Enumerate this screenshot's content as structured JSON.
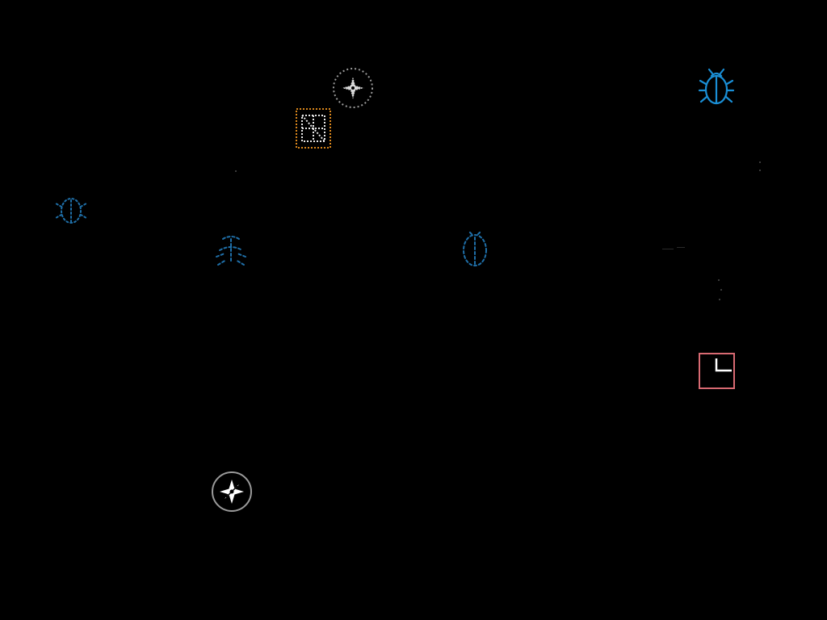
{
  "board": {
    "background": "#000000"
  },
  "colors": {
    "beetle": "#1a8fd6",
    "beetle_faded": "#1f6fa8",
    "crate_frame": "#d9861c",
    "crate_inner": "#e8e8e8",
    "compass_ring": "#9a9a9a",
    "compass_star": "#ffffff",
    "target_frame": "#d86a72",
    "target_mark": "#ffffff"
  },
  "sprites": [
    {
      "name": "compass-token-top",
      "icon": "compass-icon",
      "variant": "dotted"
    },
    {
      "name": "crate-tile",
      "icon": "crate-icon",
      "variant": "dotted"
    },
    {
      "name": "beetle-top-right",
      "icon": "beetle-icon",
      "variant": "solid"
    },
    {
      "name": "beetle-left",
      "icon": "beetle-icon",
      "variant": "faded"
    },
    {
      "name": "beetle-center-left",
      "icon": "beetle-icon",
      "variant": "faded"
    },
    {
      "name": "beetle-center",
      "icon": "beetle-icon",
      "variant": "faded"
    },
    {
      "name": "target-box",
      "icon": "corner-marker-icon",
      "variant": "solid"
    },
    {
      "name": "compass-token-bottom",
      "icon": "compass-icon",
      "variant": "solid"
    }
  ]
}
